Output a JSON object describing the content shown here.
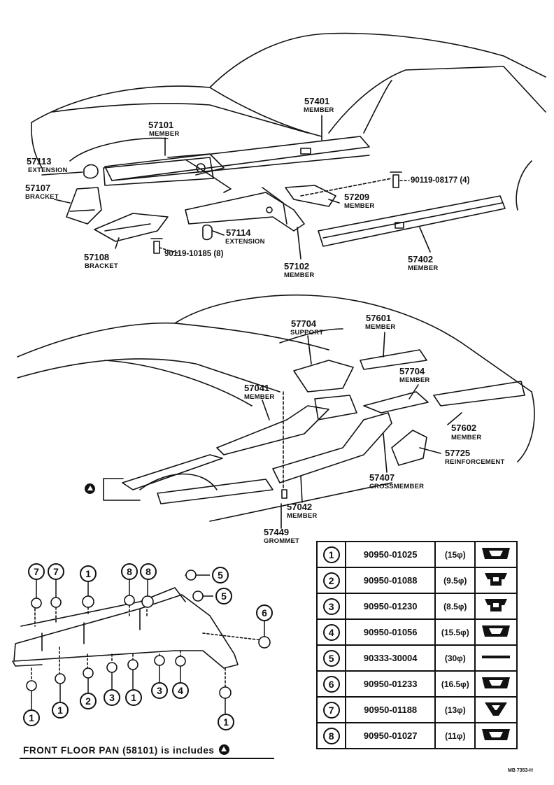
{
  "top_section": {
    "parts": [
      {
        "id": "p57401",
        "number": "57401",
        "name": "MEMBER"
      },
      {
        "id": "p57101",
        "number": "57101",
        "name": "MEMBER"
      },
      {
        "id": "p57113",
        "number": "57113",
        "name": "EXTENSION"
      },
      {
        "id": "p57107",
        "number": "57107",
        "name": "BRACKET"
      },
      {
        "id": "p57209",
        "number": "57209",
        "name": "MEMBER"
      },
      {
        "id": "p57114",
        "number": "57114",
        "name": "EXTENSION"
      },
      {
        "id": "p57108",
        "number": "57108",
        "name": "BRACKET"
      },
      {
        "id": "p57102",
        "number": "57102",
        "name": "MEMBER"
      },
      {
        "id": "p57402",
        "number": "57402",
        "name": "MEMBER"
      }
    ],
    "bolts": [
      {
        "id": "bolt-upper",
        "label": "90119-08177 (4)"
      },
      {
        "id": "bolt-lower",
        "label": "90119-10185 (8)"
      }
    ]
  },
  "middle_section": {
    "parts": [
      {
        "id": "p57704s",
        "number": "57704",
        "name": "SUPPORT"
      },
      {
        "id": "p57601",
        "number": "57601",
        "name": "MEMBER"
      },
      {
        "id": "p57704m",
        "number": "57704",
        "name": "MEMBER"
      },
      {
        "id": "p57041",
        "number": "57041",
        "name": "MEMBER"
      },
      {
        "id": "p57602",
        "number": "57602",
        "name": "MEMBER"
      },
      {
        "id": "p57725",
        "number": "57725",
        "name": "REINFORCEMENT"
      },
      {
        "id": "p57407",
        "number": "57407",
        "name": "CROSSMEMBER"
      },
      {
        "id": "p57042",
        "number": "57042",
        "name": "MEMBER"
      },
      {
        "id": "p57449",
        "number": "57449",
        "name": "GROMMET"
      }
    ],
    "group_marker_icon": "triangle-in-circle-icon"
  },
  "plug_callouts": [
    "7",
    "7",
    "1",
    "8",
    "8",
    "5",
    "5",
    "6",
    "1",
    "1",
    "2",
    "3",
    "1",
    "3",
    "4",
    "1"
  ],
  "clip_table": {
    "rows": [
      {
        "index": "1",
        "part": "90950-01025",
        "size": "(15φ)",
        "icon": "clip-icon"
      },
      {
        "index": "2",
        "part": "90950-01088",
        "size": "(9.5φ)",
        "icon": "plug-icon"
      },
      {
        "index": "3",
        "part": "90950-01230",
        "size": "(8.5φ)",
        "icon": "plug-icon"
      },
      {
        "index": "4",
        "part": "90950-01056",
        "size": "(15.5φ)",
        "icon": "clip-icon"
      },
      {
        "index": "5",
        "part": "90333-30004",
        "size": "(30φ)",
        "icon": "flat-seal-icon"
      },
      {
        "index": "6",
        "part": "90950-01233",
        "size": "(16.5φ)",
        "icon": "clip-icon"
      },
      {
        "index": "7",
        "part": "90950-01188",
        "size": "(13φ)",
        "icon": "cone-plug-icon"
      },
      {
        "index": "8",
        "part": "90950-01027",
        "size": "(11φ)",
        "icon": "clip-icon"
      }
    ]
  },
  "footer": {
    "text": "FRONT  FLOOR  PAN  (58101)  is includes"
  },
  "drawing_code": "MB  7353-H"
}
